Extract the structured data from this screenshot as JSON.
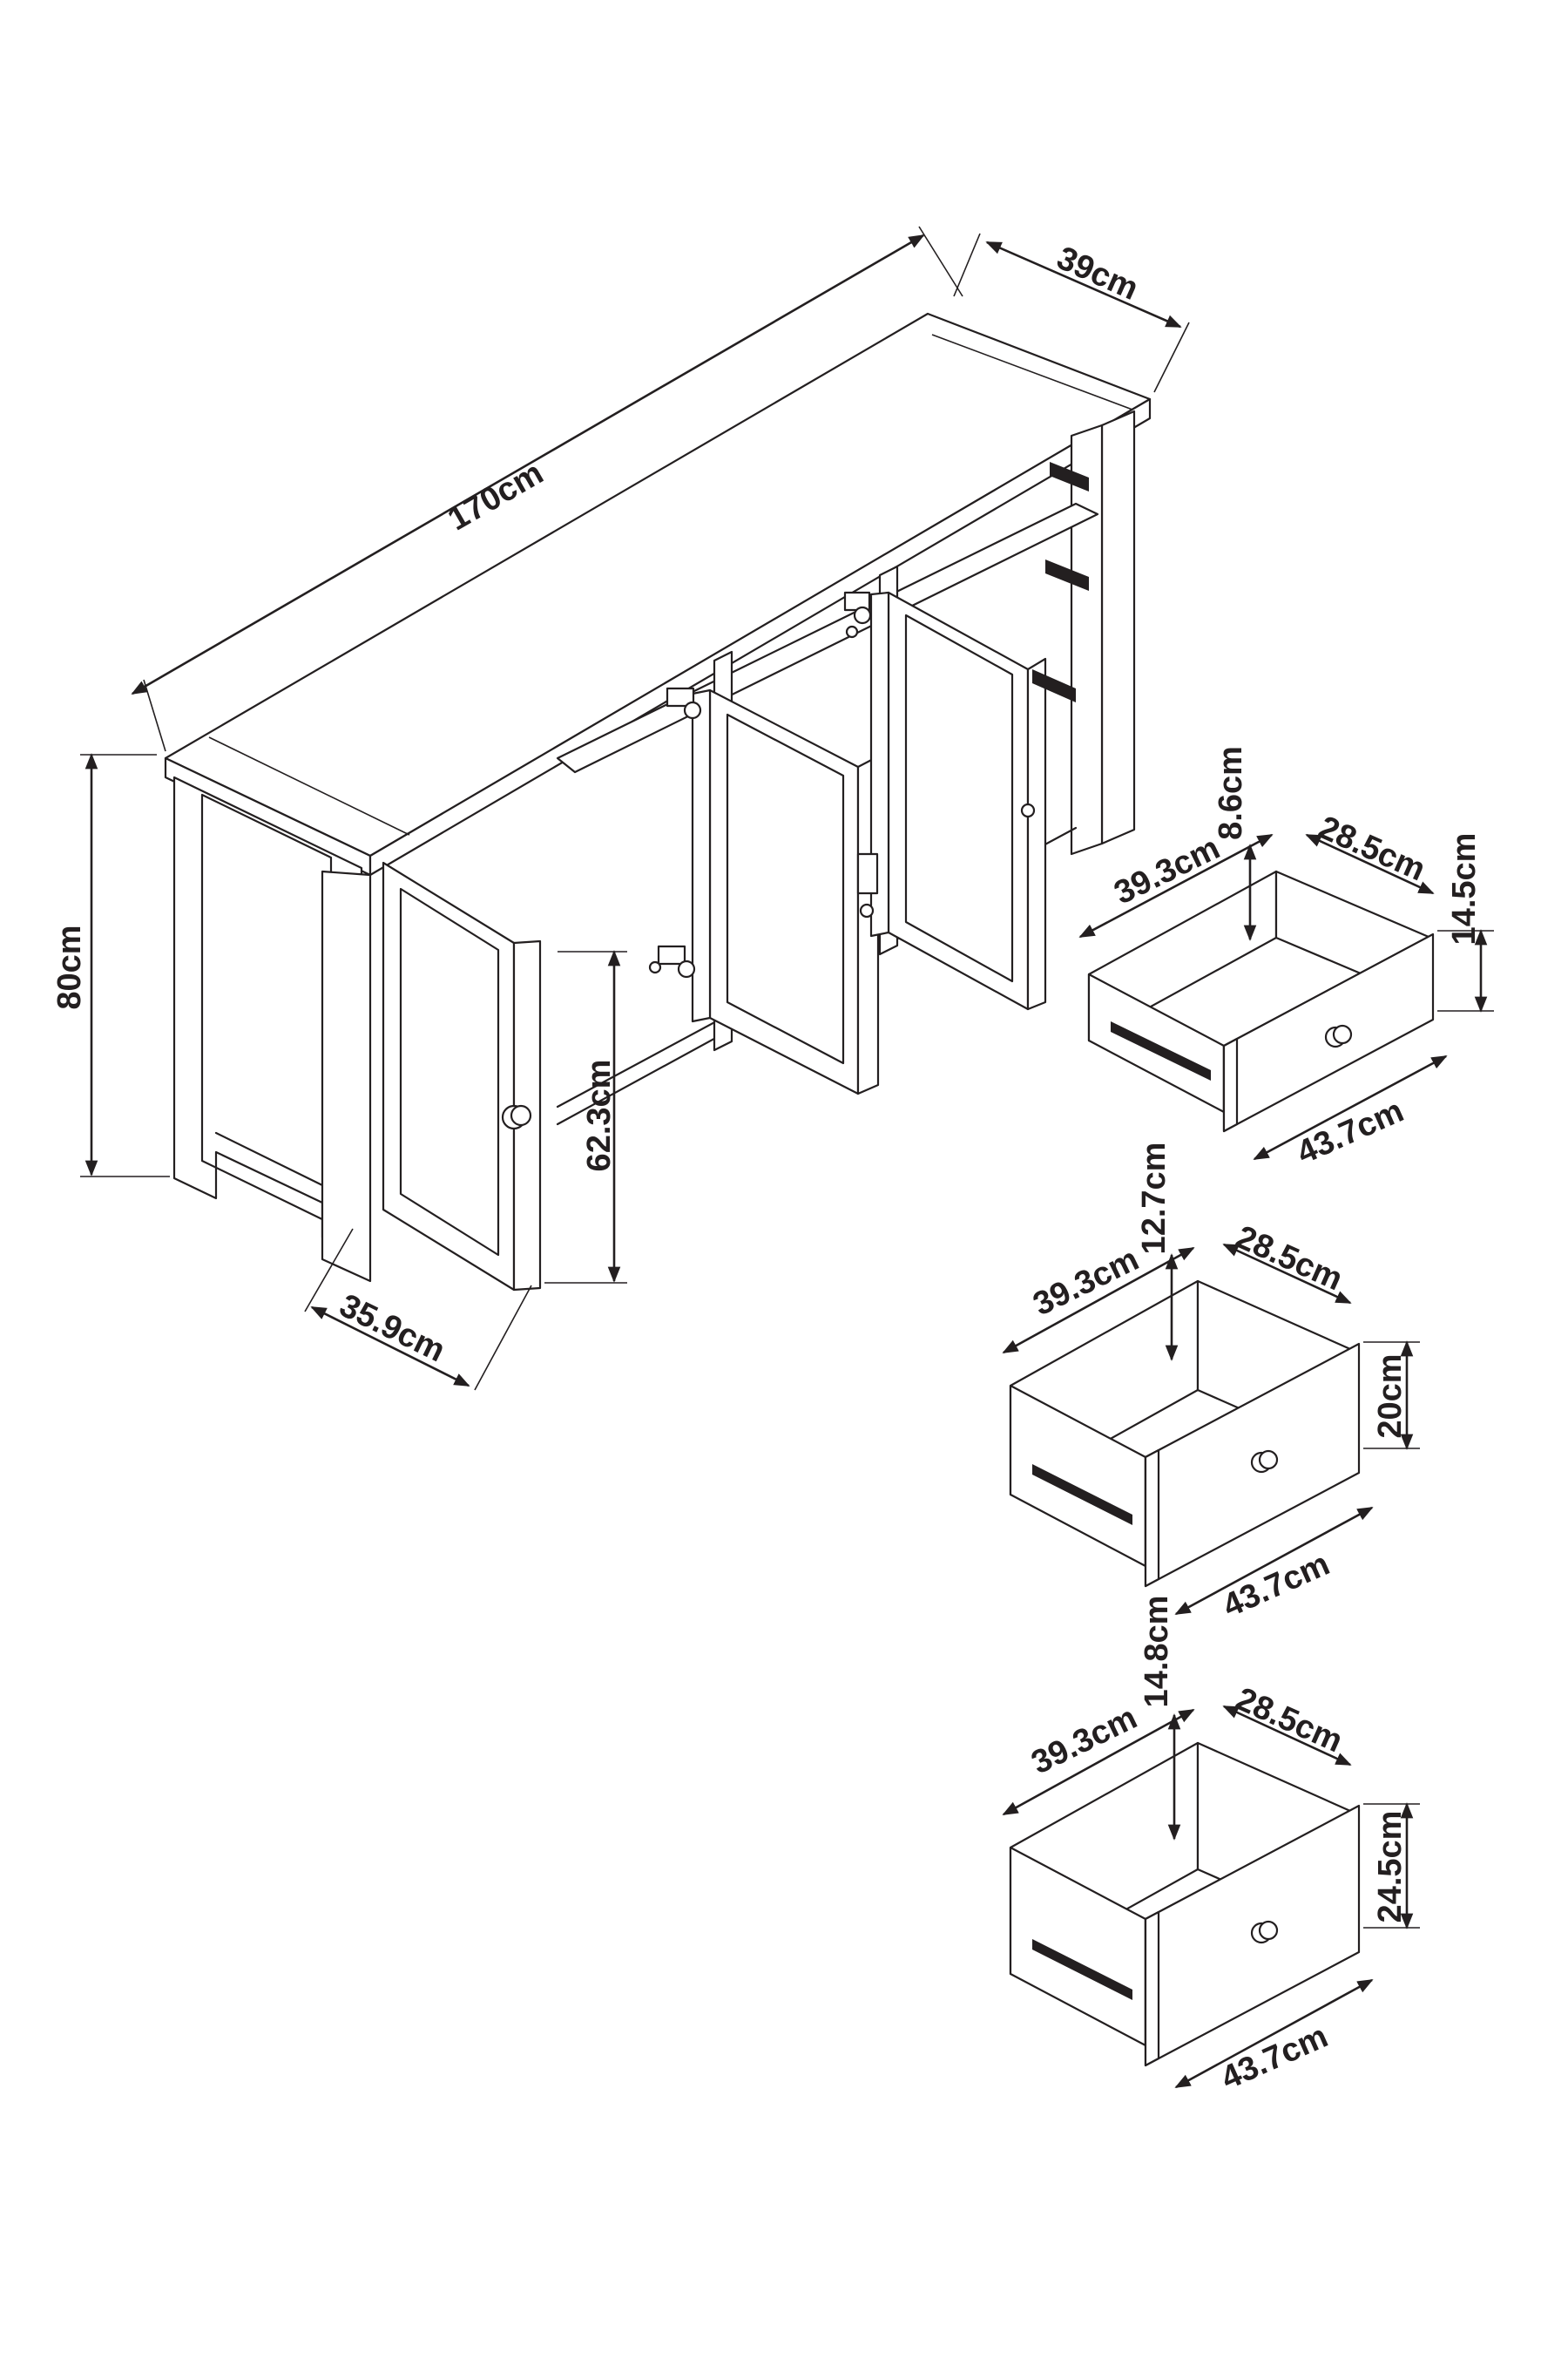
{
  "cabinet": {
    "width": "170cm",
    "depth": "39cm",
    "height": "80cm",
    "inner_height": "62.3cm",
    "inner_depth": "35.9cm"
  },
  "drawers": [
    {
      "depth": "39.3cm",
      "inner_offset": "8.6cm",
      "width_back": "28.5cm",
      "height": "14.5cm",
      "length": "43.7cm"
    },
    {
      "depth": "39.3cm",
      "inner_offset": "12.7cm",
      "width_back": "28.5cm",
      "height": "20cm",
      "length": "43.7cm"
    },
    {
      "depth": "39.3cm",
      "inner_offset": "14.8cm",
      "width_back": "28.5cm",
      "height": "24.5cm",
      "length": "43.7cm"
    }
  ],
  "colors": {
    "line": "#231f20",
    "background": "#ffffff"
  }
}
